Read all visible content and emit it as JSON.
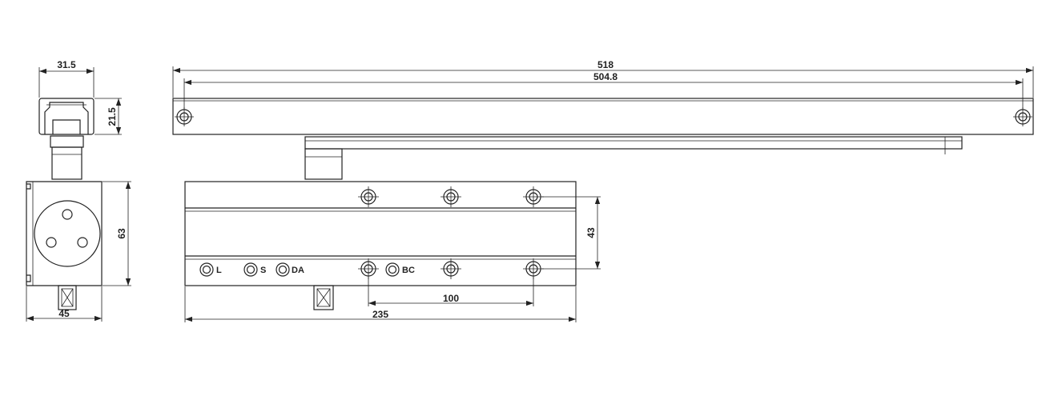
{
  "dimensions": {
    "top_width": "31.5",
    "top_height": "21.5",
    "body_height": "63",
    "side_width": "45",
    "arm_total": "518",
    "arm_holes": "504.8",
    "hole_spacing_v": "43",
    "hole_spacing_h": "100",
    "body_length": "235"
  },
  "labels": {
    "l": "L",
    "s": "S",
    "da": "DA",
    "bc": "BC"
  }
}
